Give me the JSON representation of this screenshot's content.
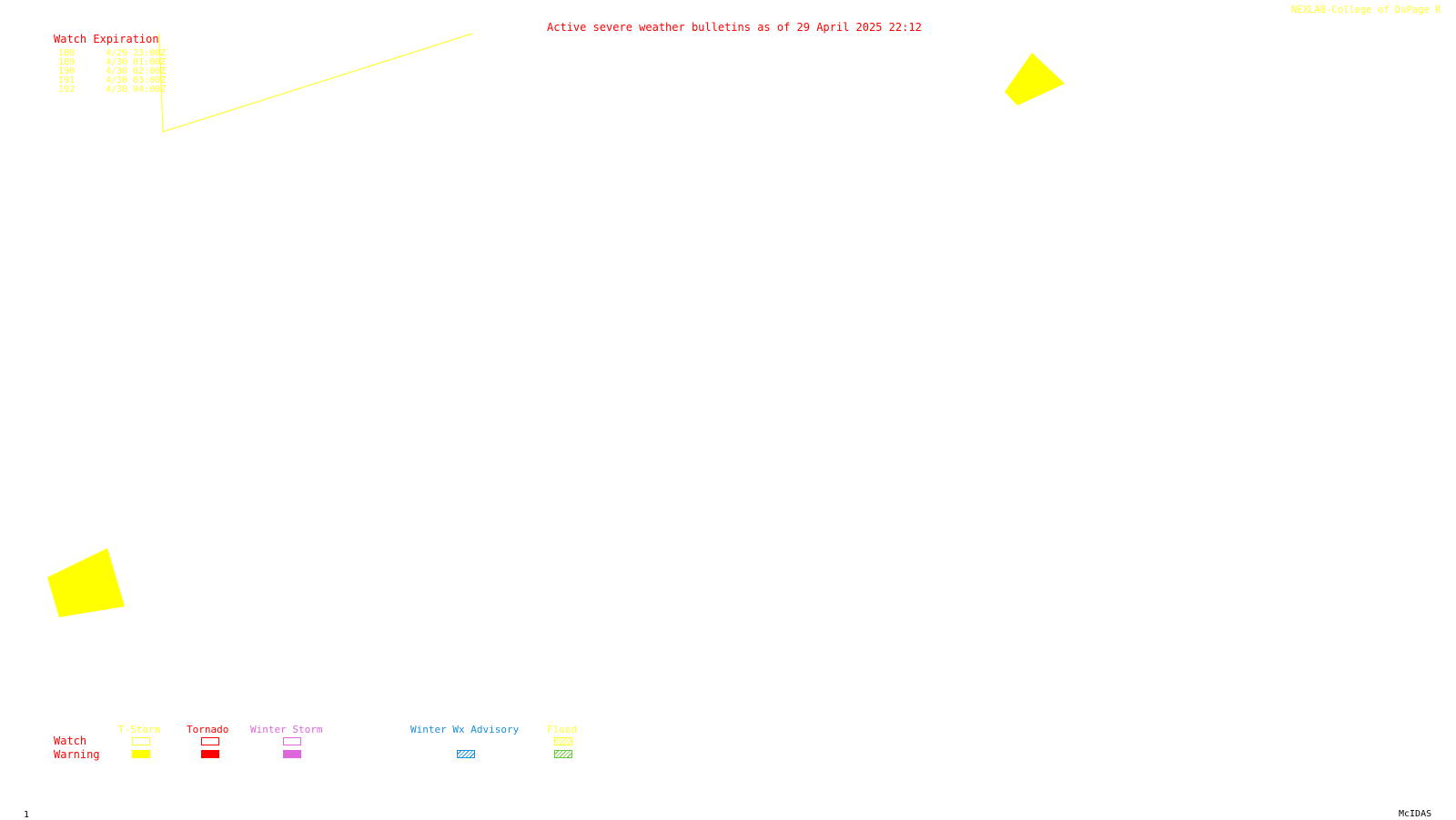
{
  "header": {
    "credit": "NEXLAB-College of DuPage R",
    "title": "Active severe weather bulletins as of 29 April 2025 22:12"
  },
  "watch_expiration": {
    "heading": "Watch Expiration",
    "rows": [
      {
        "id": "188",
        "expires": "4/29 23:00Z"
      },
      {
        "id": "189",
        "expires": "4/30 01:00Z"
      },
      {
        "id": "190",
        "expires": "4/30 02:00Z"
      },
      {
        "id": "191",
        "expires": "4/30 03:00Z"
      },
      {
        "id": "192",
        "expires": "4/30 04:00Z"
      }
    ]
  },
  "legend": {
    "row_labels": {
      "watch": "Watch",
      "warning": "Warning"
    },
    "categories": [
      {
        "name": "T-Storm",
        "color": "#ffff33"
      },
      {
        "name": "Tornado",
        "color": "#ff0000"
      },
      {
        "name": "Winter Storm",
        "color": "#dd66dd"
      },
      {
        "name": "Winter Wx Advisory",
        "color": "#1a8fd6"
      },
      {
        "name": "Flood",
        "color": "#ffff33",
        "warning_color": "#66cc33"
      }
    ]
  },
  "colors": {
    "accent_red": "#ff0000",
    "watch_yellow": "#ffff33",
    "warning_yellow": "#ffff00",
    "footer_black": "#000000"
  },
  "footer": {
    "frame_number": "1",
    "software": "McIDAS"
  }
}
